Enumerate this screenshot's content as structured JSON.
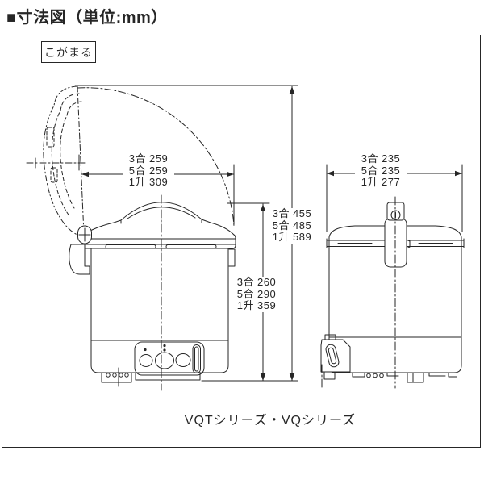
{
  "page": {
    "title": "■寸法図（単位:mm）",
    "unit": "mm"
  },
  "product": {
    "label": "こがまる"
  },
  "series": {
    "label": "VQTシリーズ・VQシリーズ"
  },
  "dimensions": {
    "front_width": {
      "lines": [
        "3合 259",
        "5合 259",
        "1升 309"
      ]
    },
    "side_depth": {
      "lines": [
        "3合 235",
        "5合 235",
        "1升 277"
      ]
    },
    "lid_open_height": {
      "lines": [
        "3合 455",
        "5合 485",
        "1升 589"
      ]
    },
    "body_height": {
      "lines": [
        "3合 260",
        "5合 290",
        "1升 359"
      ]
    }
  },
  "dimension_data": {
    "unit": "mm",
    "capacities": [
      "3合",
      "5合",
      "1升"
    ],
    "front_width": [
      259,
      259,
      309
    ],
    "side_depth": [
      235,
      235,
      277
    ],
    "height_lid_open": [
      455,
      485,
      589
    ],
    "height_closed": [
      260,
      290,
      359
    ]
  },
  "colors": {
    "line": "#262626",
    "background": "#ffffff"
  }
}
